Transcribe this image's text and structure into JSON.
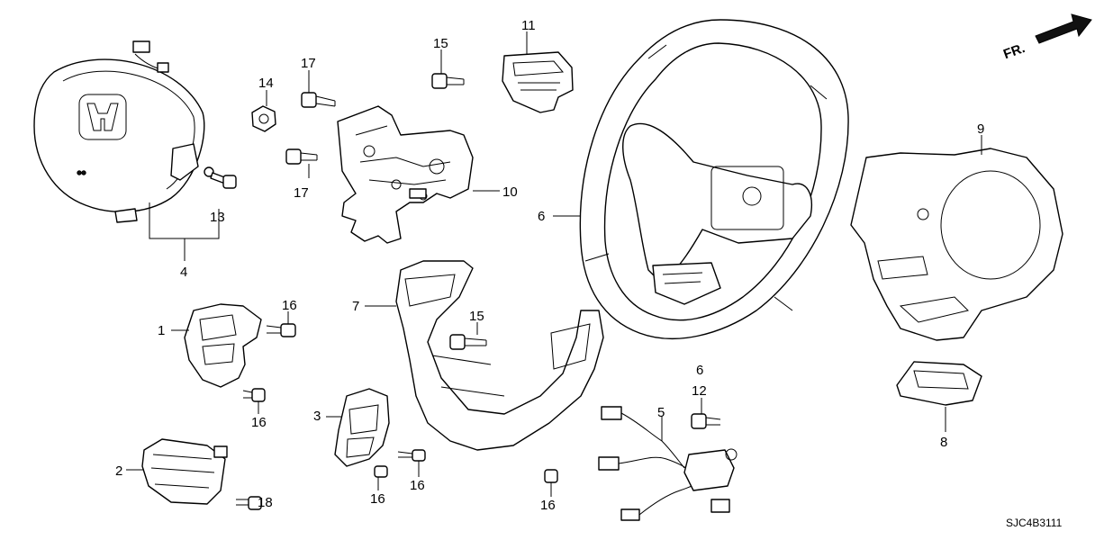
{
  "labels": {
    "p1": "1",
    "p2": "2",
    "p3": "3",
    "p4": "4",
    "p5": "5",
    "p6a": "6",
    "p6b": "6",
    "p7": "7",
    "p8": "8",
    "p9": "9",
    "p10": "10",
    "p11": "11",
    "p12": "12",
    "p13": "13",
    "p14": "14",
    "p15a": "15",
    "p15b": "15",
    "p16a": "16",
    "p16b": "16",
    "p16c": "16",
    "p16d": "16",
    "p16e": "16",
    "p17a": "17",
    "p17b": "17",
    "p18": "18"
  },
  "front_indicator": "FR.",
  "diagram_code": "SJC4B3111",
  "colors": {
    "line": "#000000",
    "background": "#ffffff"
  }
}
